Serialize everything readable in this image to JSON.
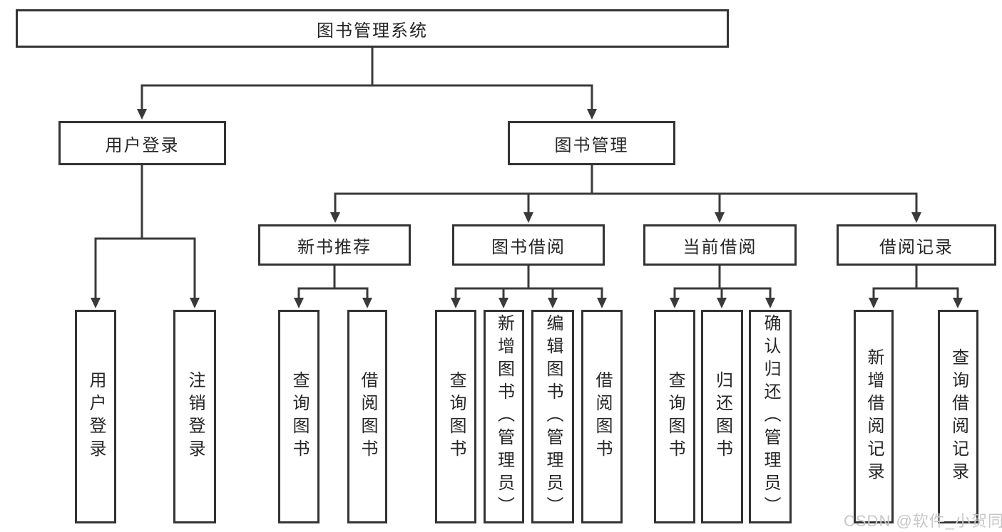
{
  "diagram": {
    "title": "图书管理系统",
    "root": {
      "label": "图书管理系统"
    },
    "children": [
      {
        "label": "用户登录",
        "children": [
          {
            "label": "用户登录"
          },
          {
            "label": "注销登录"
          }
        ]
      },
      {
        "label": "图书管理",
        "children": [
          {
            "label": "新书推荐",
            "children": [
              {
                "label": "查询图书"
              },
              {
                "label": "借阅图书"
              }
            ]
          },
          {
            "label": "图书借阅",
            "children": [
              {
                "label": "查询图书"
              },
              {
                "label": "新增图书（管理员）"
              },
              {
                "label": "编辑图书（管理员）"
              },
              {
                "label": "借阅图书"
              }
            ]
          },
          {
            "label": "当前借阅",
            "children": [
              {
                "label": "查询图书"
              },
              {
                "label": "归还图书"
              },
              {
                "label": "确认归还（管理员）"
              }
            ]
          },
          {
            "label": "借阅记录",
            "children": [
              {
                "label": "新增借阅记录"
              },
              {
                "label": "查询借阅记录"
              }
            ]
          }
        ]
      }
    ]
  },
  "watermark": {
    "text": "CSDN @软件_小贺同学"
  },
  "colors": {
    "line": "#3a3a3a",
    "box_border": "#333333",
    "text": "#262626",
    "background": "#ffffff",
    "watermark": "#c8c8c8"
  }
}
